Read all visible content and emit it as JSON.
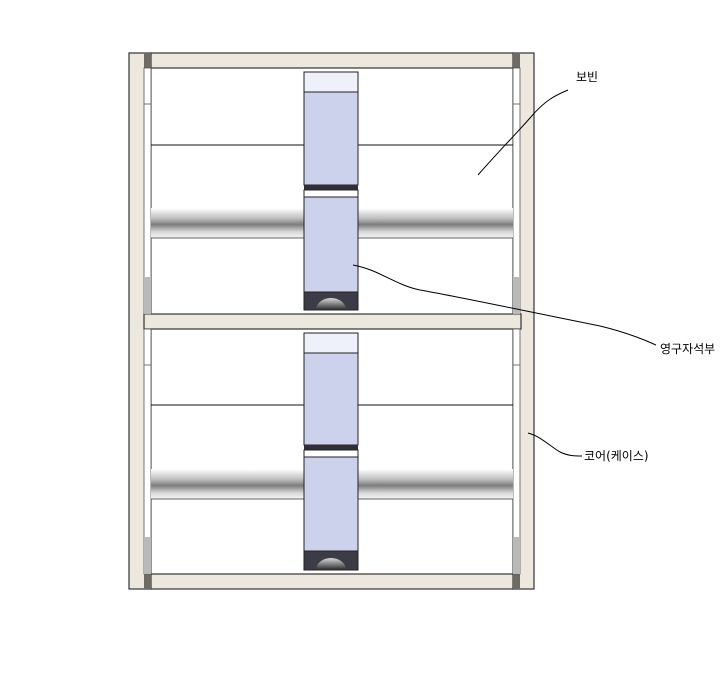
{
  "labels": {
    "bobbin": "보빈",
    "permanent_magnet": "영구자석부",
    "core_case": "코어(케이스)"
  },
  "colors": {
    "frame_fill": "#ede8de",
    "frame_stroke": "#333333",
    "dark_block": "#6e6a64",
    "magnet_fill": "#cdd2ec",
    "magnet_light": "#eef0fa",
    "magnet_dark": "#2f2f38",
    "shaft_mid": "#7c7c7c",
    "shaft_light": "#f2f2f2"
  }
}
